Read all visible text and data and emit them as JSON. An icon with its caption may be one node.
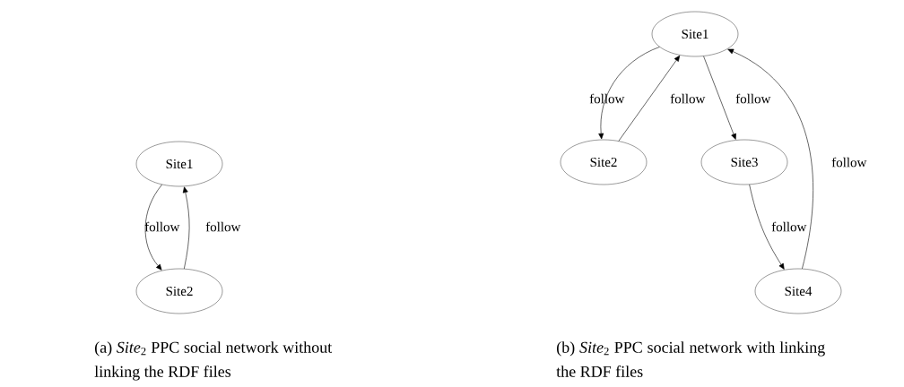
{
  "diagram": {
    "nodes": [
      {
        "text": [
          "Site1"
        ]
      },
      {
        "text": [
          "Site2"
        ]
      },
      {
        "text": [
          "Site1"
        ]
      },
      {
        "text": [
          "Site2"
        ]
      },
      {
        "text": [
          "Site3"
        ]
      },
      {
        "text": [
          "Site4"
        ]
      }
    ],
    "edges": [
      {
        "from": 0,
        "to": 1,
        "arrow": "to",
        "label": "follow"
      },
      {
        "from": 1,
        "to": 0,
        "arrow": "to",
        "label": "follow"
      },
      {
        "from": 2,
        "to": 3,
        "arrow": "to",
        "label": "follow"
      },
      {
        "from": 3,
        "to": 2,
        "arrow": "to",
        "label": "follow"
      },
      {
        "from": 2,
        "to": 4,
        "arrow": "to",
        "label": "follow"
      },
      {
        "from": 4,
        "to": 5,
        "arrow": "to",
        "label": "follow"
      },
      {
        "from": 5,
        "to": 2,
        "arrow": "to",
        "label": "follow"
      }
    ],
    "labels": [
      "(a) *Site*$_{2}$ PPC social network without linking the RDF files",
      "(b) *Site*$_{2}$ PPC social network with linking the RDF files"
    ]
  }
}
